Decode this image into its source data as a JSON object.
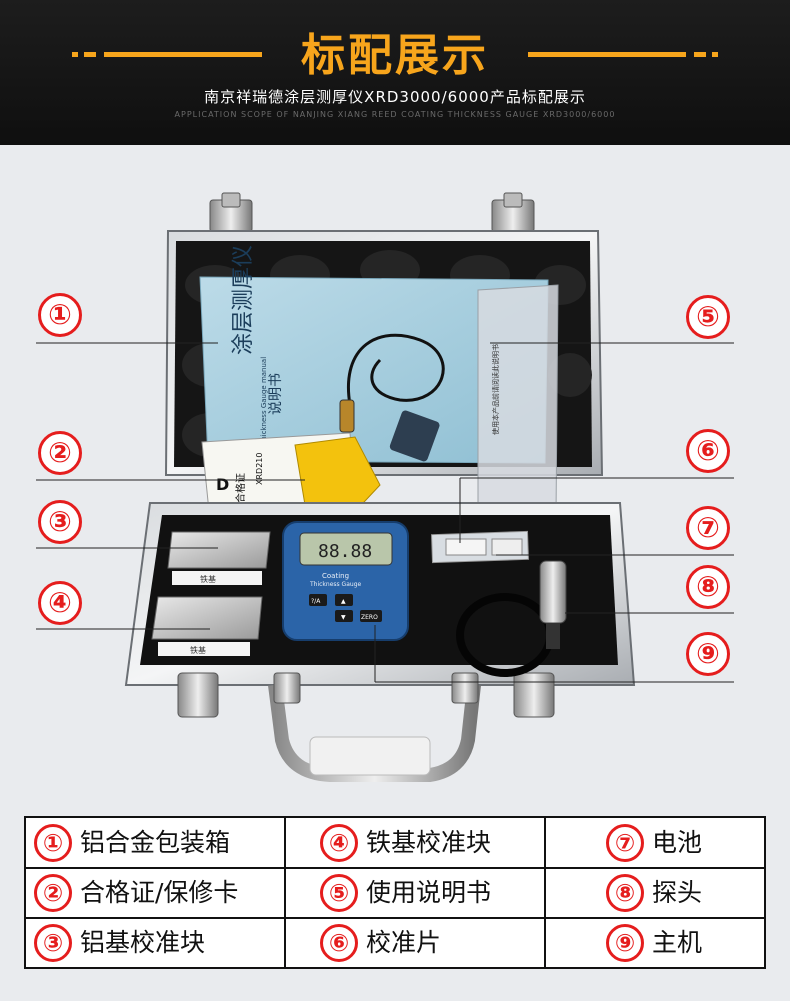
{
  "header": {
    "title": "标配展示",
    "subtitle": "南京祥瑞德涂层测厚仪XRD3000/6000产品标配展示",
    "subtitle_en": "APPLICATION SCOPE OF NANJING XIANG REED COATING THICKNESS GAUGE XRD3000/6000"
  },
  "photo": {
    "manual_title": "涂层测厚仪",
    "manual_subtitle": "说明书",
    "manual_en": "Thickness Gauge manual",
    "bag_text": "使用本产品前请阅读此说明书",
    "certificate_title": "合格证",
    "certificate_model": "XRD210",
    "certificate_brand": "D",
    "block_label_1": "铁基",
    "block_label_2": "铁基",
    "device_brand": "Coating",
    "device_subtitle": "Thickness Gauge",
    "device_screen": "88.88",
    "btn_1": "?/A",
    "btn_2": "▲",
    "btn_3": "▼",
    "btn_4": "ZERO"
  },
  "callouts": [
    "①",
    "②",
    "③",
    "④",
    "⑤",
    "⑥",
    "⑦",
    "⑧",
    "⑨"
  ],
  "legend": [
    {
      "num": "①",
      "label": "铝合金包装箱"
    },
    {
      "num": "④",
      "label": "铁基校准块"
    },
    {
      "num": "⑦",
      "label": "电池"
    },
    {
      "num": "②",
      "label": "合格证/保修卡"
    },
    {
      "num": "⑤",
      "label": "使用说明书"
    },
    {
      "num": "⑧",
      "label": "探头"
    },
    {
      "num": "③",
      "label": "铝基校准块"
    },
    {
      "num": "⑥",
      "label": "校准片"
    },
    {
      "num": "⑨",
      "label": "主机"
    }
  ],
  "colors": {
    "accent": "#f7a51c",
    "callout": "#e51d1d",
    "device_blue": "#2b64a8"
  }
}
